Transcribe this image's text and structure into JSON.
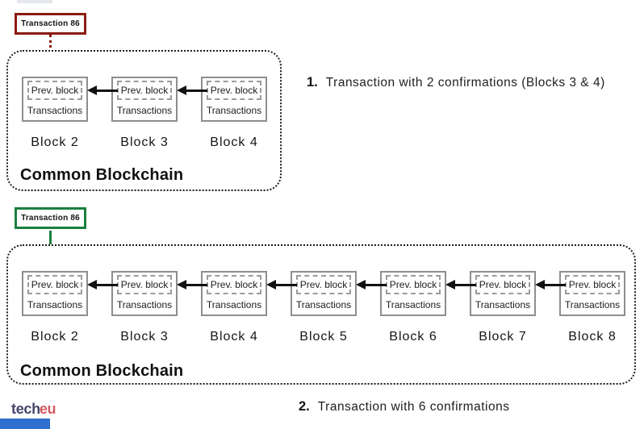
{
  "colors": {
    "maroon": "#8a1c12",
    "green": "#1a7f3d",
    "arrow-black": "#111111",
    "block-border": "#8e8e8e",
    "inner-dash": "#9b9b9b",
    "container-dash": "#1c1c1c",
    "text": "#1c1c1c",
    "logo-tech": "#45456a",
    "logo-eu": "#d05b61",
    "bottom-bar": "#2f6fd0",
    "top-sliver": "#e4e8ec"
  },
  "labels": {
    "prev_block": "Prev. block",
    "transactions": "Transactions"
  },
  "sections": [
    {
      "name": "two-confirmations",
      "tag": "Transaction 86",
      "caption": "Common Blockchain",
      "blocks": [
        {
          "label": "Block 2"
        },
        {
          "label": "Block 3"
        },
        {
          "label": "Block 4"
        }
      ],
      "annotation": {
        "number": "1.",
        "text": "Transaction with 2 confirmations (Blocks 3 & 4)"
      }
    },
    {
      "name": "six-confirmations",
      "tag": "Transaction 86",
      "caption": "Common Blockchain",
      "blocks": [
        {
          "label": "Block 2"
        },
        {
          "label": "Block 3"
        },
        {
          "label": "Block 4"
        },
        {
          "label": "Block 5"
        },
        {
          "label": "Block 6"
        },
        {
          "label": "Block 7"
        },
        {
          "label": "Block 8"
        }
      ],
      "annotation": {
        "number": "2.",
        "text": "Transaction with 6 confirmations"
      }
    }
  ],
  "footer": {
    "logo_tech": "tech",
    "logo_eu": "eu"
  }
}
